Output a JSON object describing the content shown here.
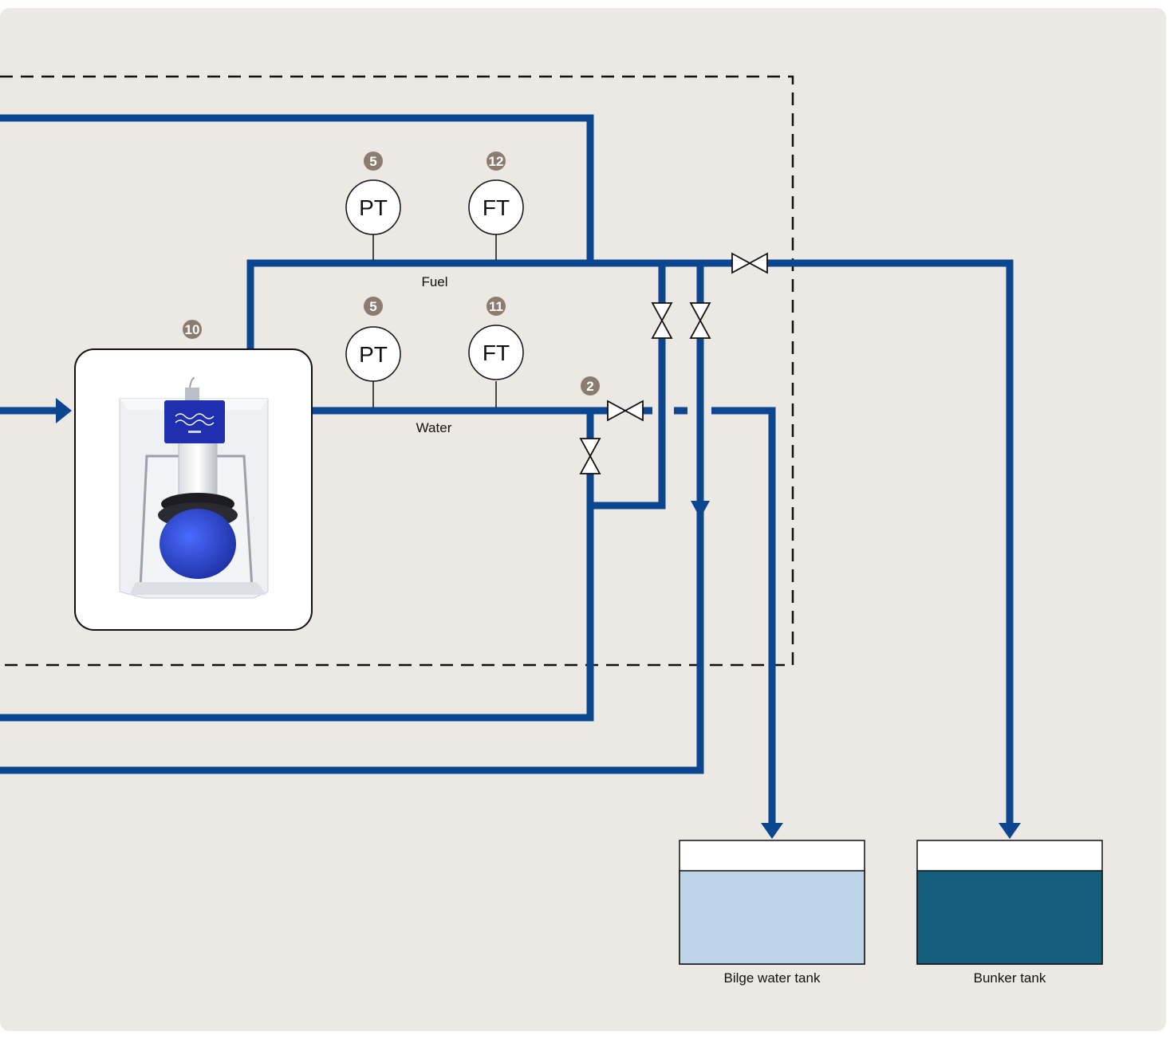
{
  "colors": {
    "background": "#ece8e4",
    "pipe": "#0c4690",
    "badge": "#8c7c70",
    "bilge_water": "#bcd3e8",
    "bunker_fuel": "#165f7c"
  },
  "instruments": {
    "fuel_pt": {
      "label": "PT",
      "badge": "5"
    },
    "fuel_ft": {
      "label": "FT",
      "badge": "12"
    },
    "water_pt": {
      "label": "PT",
      "badge": "5"
    },
    "water_ft": {
      "label": "FT",
      "badge": "11"
    }
  },
  "badges": {
    "separator": "10",
    "water_valve": "2"
  },
  "lines": {
    "fuel": "Fuel",
    "water": "Water"
  },
  "tanks": {
    "bilge": "Bilge water tank",
    "bunker": "Bunker tank"
  },
  "equipment": {
    "separator_icon": "separator-unit-icon"
  }
}
